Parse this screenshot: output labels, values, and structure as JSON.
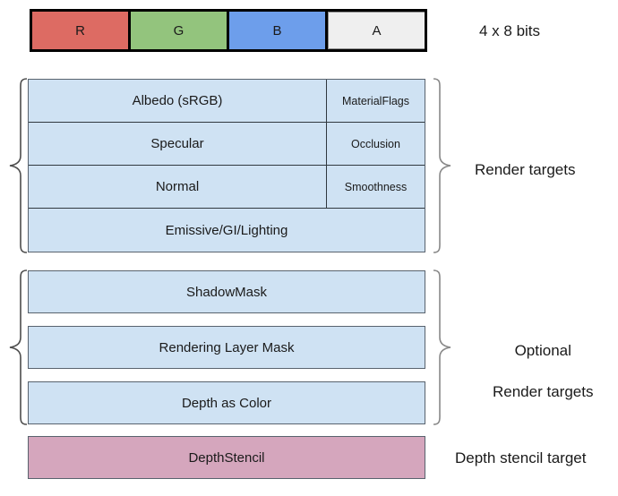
{
  "channel_bar": {
    "name": "RGBA channel bar",
    "channels": [
      {
        "label": "R",
        "color": "#dd6b63"
      },
      {
        "label": "G",
        "color": "#93c47d"
      },
      {
        "label": "B",
        "color": "#6d9eeb"
      },
      {
        "label": "A",
        "color": "#efefef"
      }
    ],
    "side_label": "4 x 8 bits"
  },
  "render_targets": {
    "side_label": "Render targets",
    "fill_color": "#cfe2f3",
    "rows": [
      {
        "main": "Albedo (sRGB)",
        "aux": "MaterialFlags"
      },
      {
        "main": "Specular",
        "aux": "Occlusion"
      },
      {
        "main": "Normal",
        "aux": "Smoothness"
      }
    ],
    "full_row": "Emissive/GI/Lighting"
  },
  "optional_render_targets": {
    "side_label_line1": "Optional",
    "side_label_line2": "Render targets",
    "fill_color": "#cfe2f3",
    "boxes": [
      "ShadowMask",
      "Rendering Layer Mask",
      "Depth as Color"
    ]
  },
  "depth_stencil": {
    "box_label": "DepthStencil",
    "side_label": "Depth stencil target",
    "fill_color": "#d5a6bd"
  }
}
